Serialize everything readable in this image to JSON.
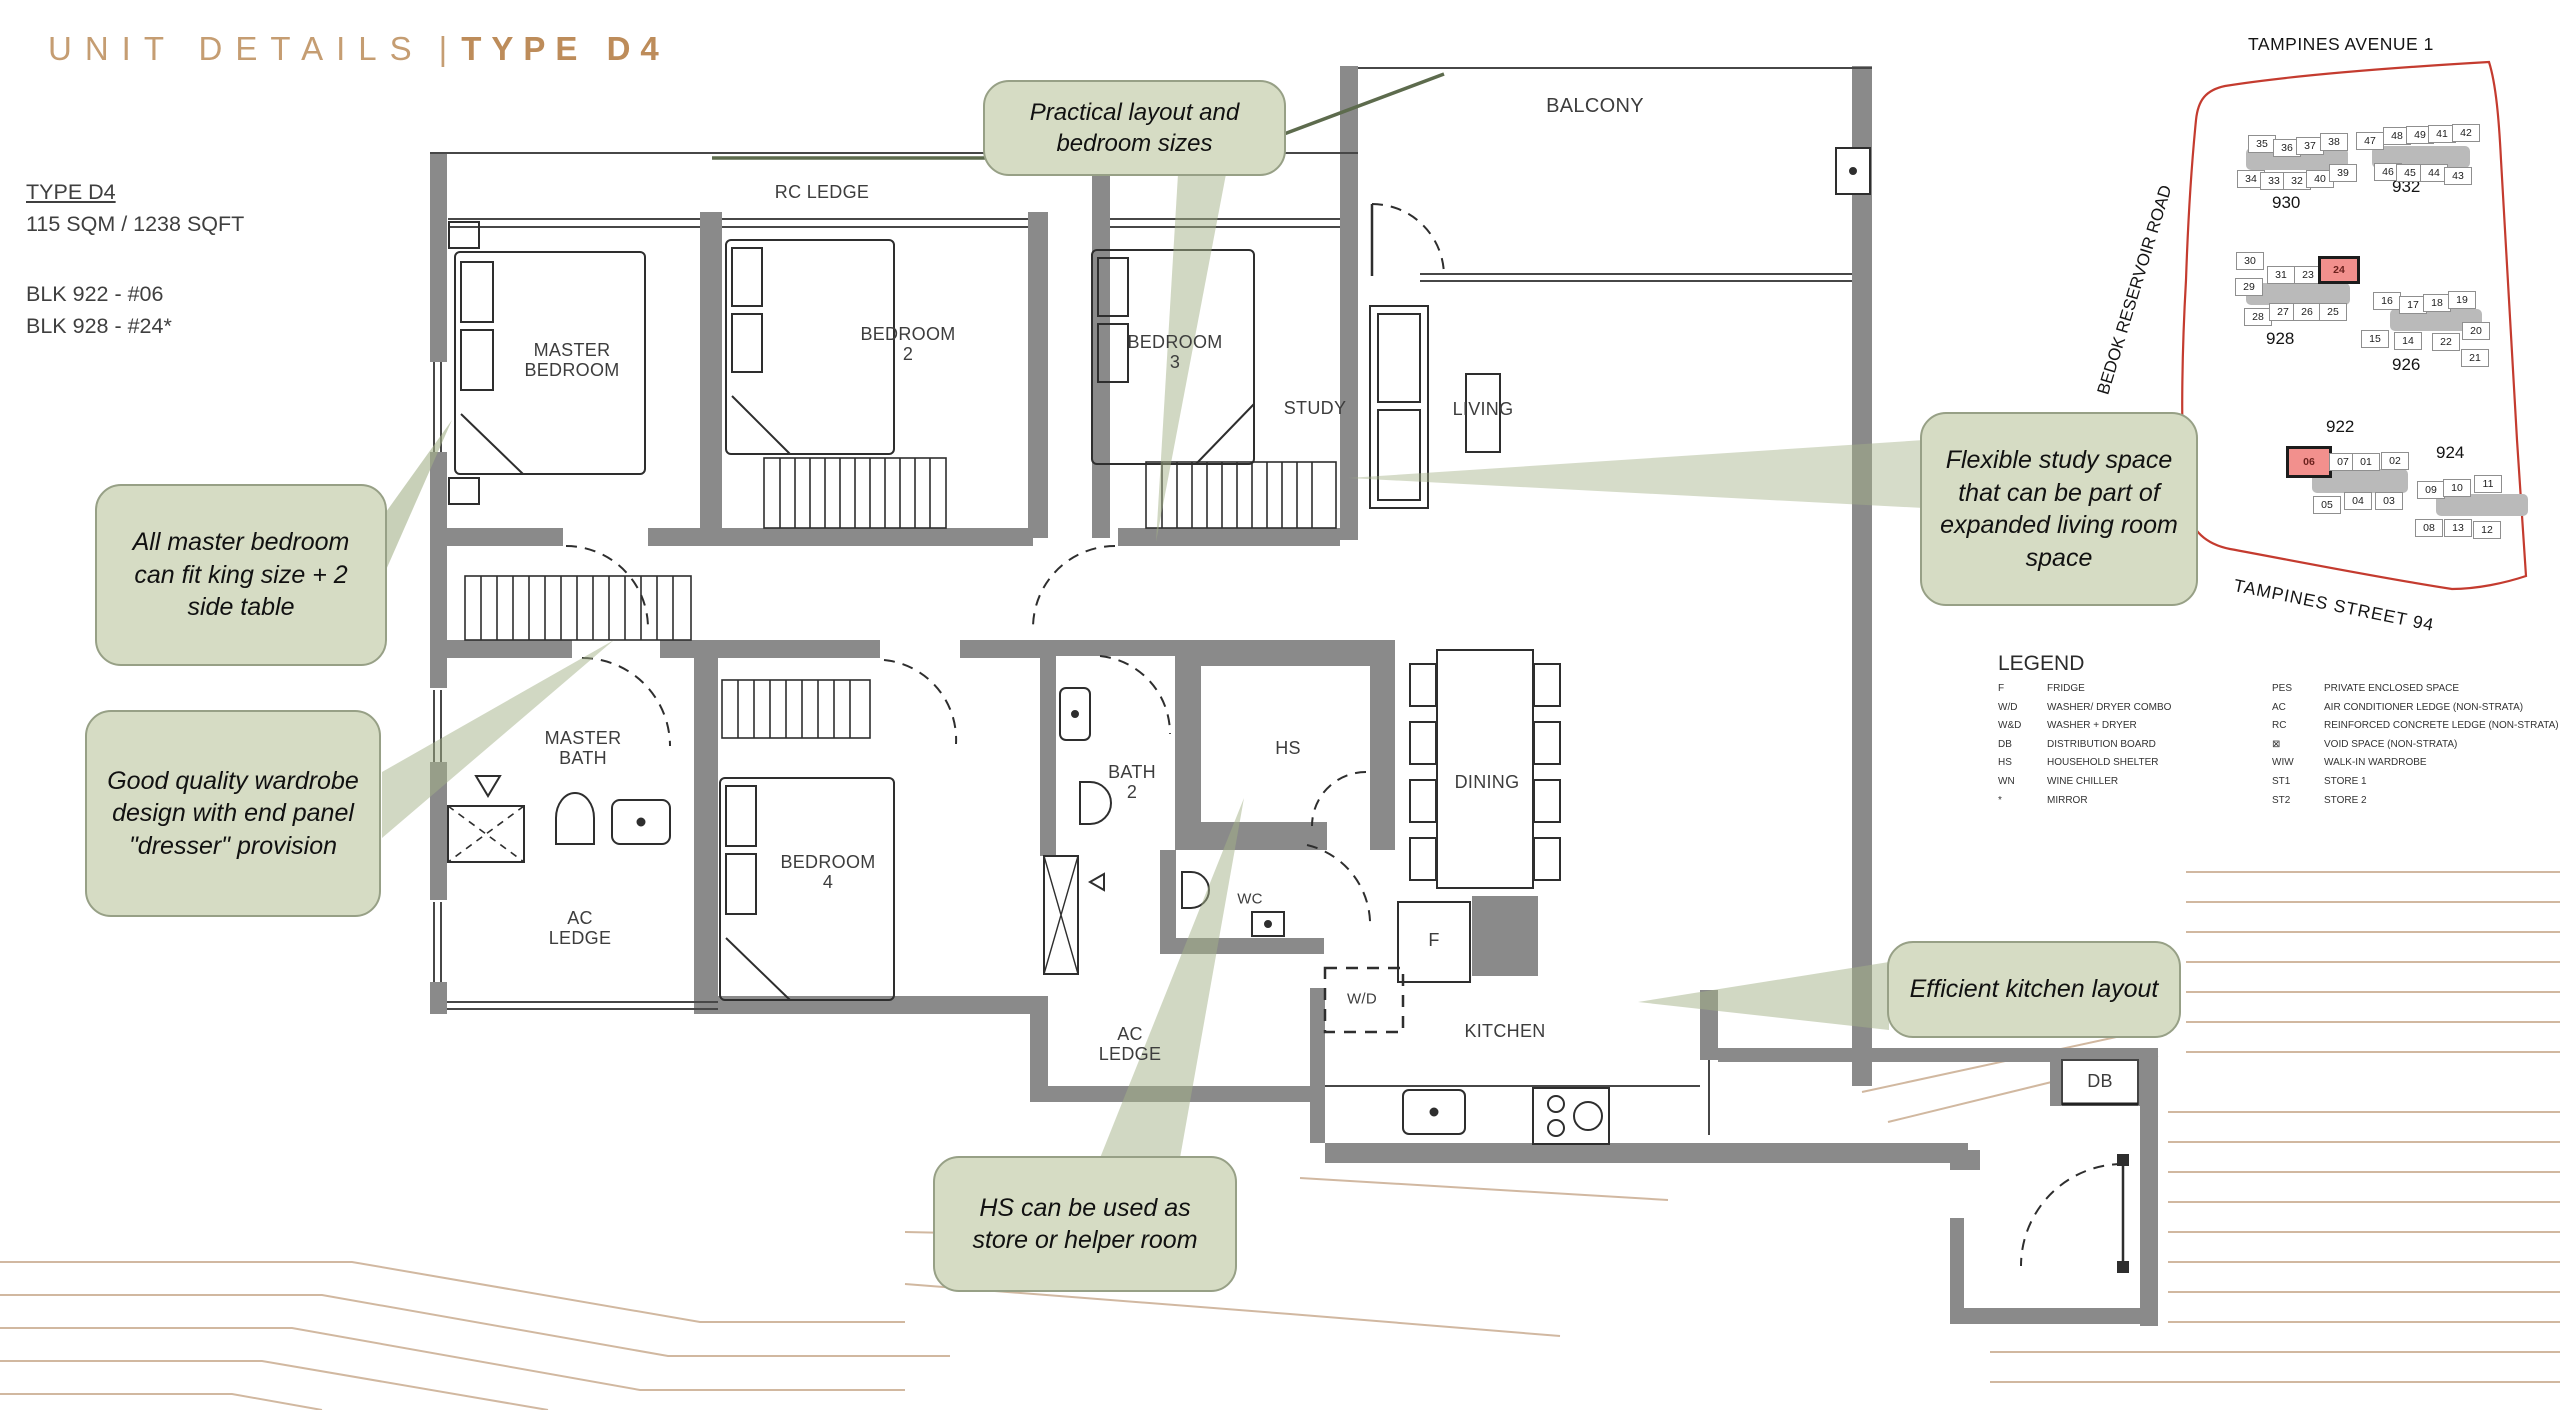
{
  "header": {
    "title_left": "UNIT DETAILS",
    "divider": "|",
    "title_right": "TYPE D4"
  },
  "unit_info": {
    "type_label": "TYPE D4",
    "area": "115 SQM / 1238 SQFT",
    "block_1": "BLK 922 - #06",
    "block_2": "BLK 928 - #24*"
  },
  "plan": {
    "rooms": {
      "rc_ledge": "RC LEDGE",
      "balcony": "BALCONY",
      "master_bedroom": "MASTER\nBEDROOM",
      "bedroom2": "BEDROOM\n2",
      "bedroom3": "BEDROOM\n3",
      "study": "STUDY",
      "living": "LIVING",
      "master_bath": "MASTER\nBATH",
      "ac_ledge_1": "AC\nLEDGE",
      "bedroom4": "BEDROOM\n4",
      "bath2": "BATH\n2",
      "hs": "HS",
      "wc": "WC",
      "dining": "DINING",
      "fridge": "F",
      "washer_dryer": "W/D",
      "kitchen": "KITCHEN",
      "ac_ledge_2": "AC\nLEDGE",
      "db": "DB"
    }
  },
  "callouts": [
    {
      "text": "Practical layout and bedroom sizes"
    },
    {
      "text": "All master bedroom can fit king size + 2 side table"
    },
    {
      "text": "Good quality wardrobe design with end panel \"dresser\" provision"
    },
    {
      "text": "Flexible study space that can be part of expanded living room space"
    },
    {
      "text": "Efficient kitchen layout"
    },
    {
      "text": "HS can be used as store or helper room"
    }
  ],
  "site_map": {
    "avenue_label": "TAMPINES AVENUE 1",
    "road_label": "BEDOK RESERVOIR ROAD",
    "street_label": "TAMPINES STREET 94",
    "highlighted_units": [
      "24",
      "06"
    ],
    "blocks": [
      {
        "name": "930",
        "units": [
          "35",
          "36",
          "37",
          "38",
          "34",
          "33",
          "32",
          "40",
          "39"
        ]
      },
      {
        "name": "932",
        "units": [
          "47",
          "48",
          "49",
          "41",
          "42",
          "46",
          "45",
          "44",
          "43"
        ]
      },
      {
        "name": "928",
        "units": [
          "30",
          "29",
          "31",
          "23",
          "24",
          "28",
          "27",
          "26",
          "25"
        ]
      },
      {
        "name": "926",
        "units": [
          "16",
          "17",
          "18",
          "19",
          "15",
          "14",
          "22",
          "20",
          "21"
        ]
      },
      {
        "name": "922",
        "units": [
          "06",
          "07",
          "01",
          "02",
          "05",
          "04",
          "03"
        ]
      },
      {
        "name": "924",
        "units": [
          "09",
          "10",
          "11",
          "08",
          "13",
          "12"
        ]
      }
    ]
  },
  "legend": {
    "title": "LEGEND",
    "left": [
      [
        "F",
        "FRIDGE"
      ],
      [
        "W/D",
        "WASHER/ DRYER COMBO"
      ],
      [
        "W&D",
        "WASHER + DRYER"
      ],
      [
        "DB",
        "DISTRIBUTION BOARD"
      ],
      [
        "HS",
        "HOUSEHOLD SHELTER"
      ],
      [
        "WN",
        "WINE CHILLER"
      ],
      [
        "*",
        "MIRROR"
      ]
    ],
    "right": [
      [
        "PES",
        "PRIVATE ENCLOSED SPACE"
      ],
      [
        "AC",
        "AIR CONDITIONER LEDGE (NON-STRATA)"
      ],
      [
        "RC",
        "REINFORCED CONCRETE LEDGE (NON-STRATA)"
      ],
      [
        "⊠",
        "VOID SPACE (NON-STRATA)"
      ],
      [
        "WIW",
        "WALK-IN WARDROBE"
      ],
      [
        "ST1",
        "STORE 1"
      ],
      [
        "ST2",
        "STORE 2"
      ]
    ]
  },
  "colors": {
    "accent_tan": "#c59d72",
    "callout_green": "#d6dcc4",
    "wall_gray": "#8a8a8a",
    "highlight_pink": "#f2908d",
    "boundary_red": "#c43b2f"
  }
}
